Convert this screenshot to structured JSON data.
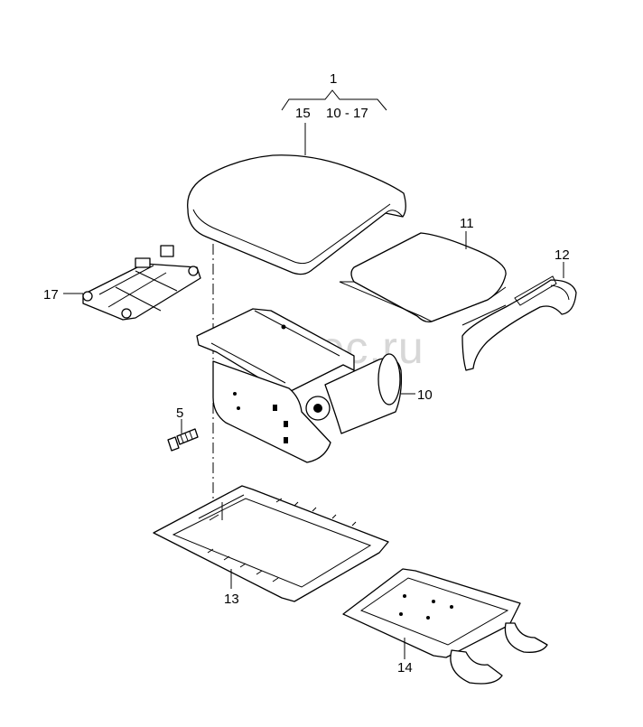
{
  "watermark": "vagtec.ru",
  "callouts": {
    "assembly": "1",
    "range_left": "15",
    "range_right": "10 - 17",
    "p5": "5",
    "p10": "10",
    "p11": "11",
    "p12": "12",
    "p13": "13",
    "p14": "14",
    "p15": "15",
    "p17": "17"
  },
  "colors": {
    "line": "#000000",
    "watermark": "#d7d7d7"
  }
}
